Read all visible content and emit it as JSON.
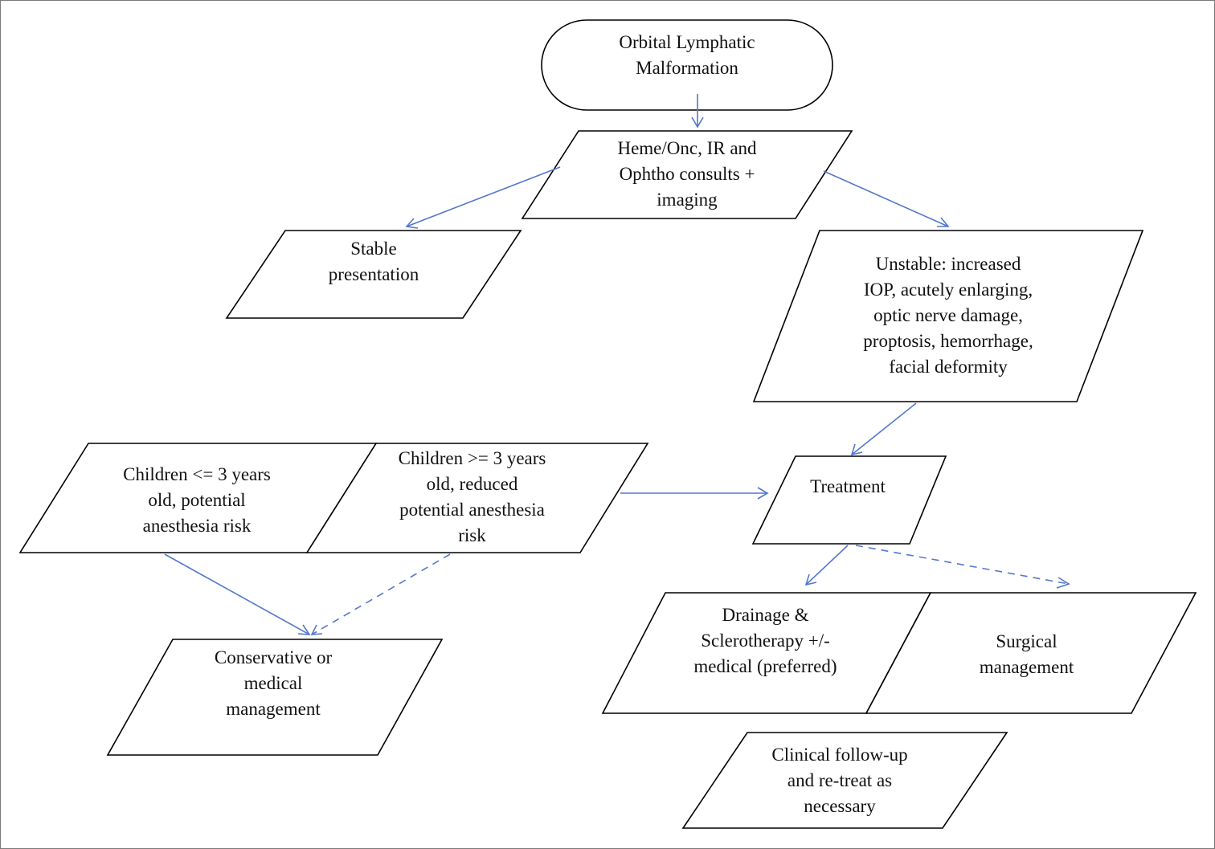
{
  "nodes": {
    "start": "Orbital Lymphatic\nMalformation",
    "consults": "Heme/Onc, IR and\nOphtho consults +\nimaging",
    "stable": "Stable\npresentation",
    "unstable": "Unstable: increased\nIOP, acutely enlarging,\noptic nerve damage,\nproptosis, hemorrhage,\nfacial deformity",
    "children_under": "Children <= 3 years\nold, potential\nanesthesia risk",
    "children_over": "Children >= 3 years\nold,  reduced\npotential anesthesia\nrisk",
    "treatment": "Treatment",
    "drainage": "Drainage &\nSclerotherapy +/-\nmedical (preferred)",
    "surgical": "Surgical\nmanagement",
    "conservative": "Conservative or\nmedical\nmanagement",
    "followup": "Clinical follow-up\nand re-treat as\nnecessary"
  },
  "colors": {
    "arrow": "#5577cc",
    "shape_stroke": "#000000",
    "frame": "#7a7a7a"
  }
}
